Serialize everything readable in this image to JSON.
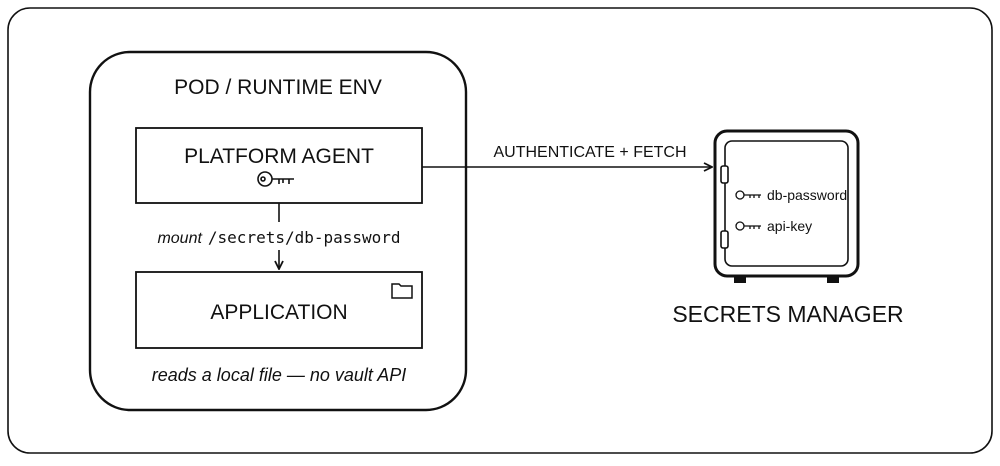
{
  "pod": {
    "title": "POD / RUNTIME ENV",
    "agent_label": "PLATFORM AGENT",
    "mount_prefix": "mount",
    "mount_path": "/secrets/db-password",
    "app_label": "APPLICATION",
    "app_caption": "reads a local file — no vault API"
  },
  "arrow_label": "AUTHENTICATE + FETCH",
  "secrets_manager": {
    "label": "SECRETS MANAGER",
    "secrets": [
      "db-password",
      "api-key"
    ]
  },
  "icons": {
    "agent_key": "key-icon",
    "app_folder": "folder-icon",
    "secret_key": "key-icon"
  },
  "colors": {
    "stroke": "#111111",
    "background": "#ffffff"
  }
}
